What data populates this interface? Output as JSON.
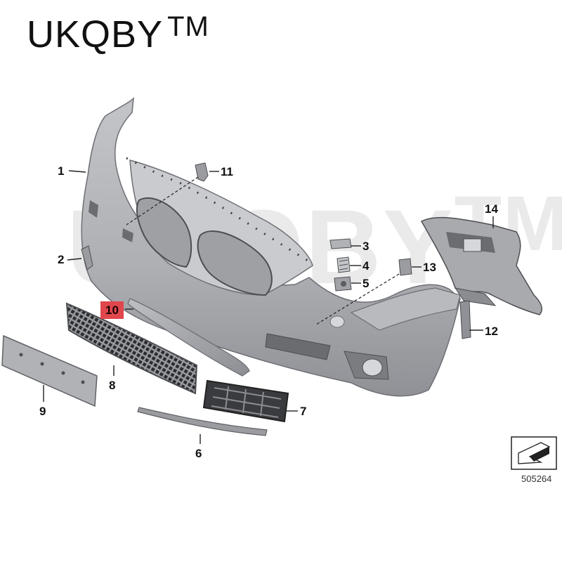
{
  "brand": {
    "name": "UKQBY",
    "tm": "TM"
  },
  "watermark": {
    "name": "UKQBY",
    "tm": "TM"
  },
  "callouts": [
    {
      "id": "c1",
      "label": "1"
    },
    {
      "id": "c2",
      "label": "2"
    },
    {
      "id": "c3",
      "label": "3"
    },
    {
      "id": "c4",
      "label": "4"
    },
    {
      "id": "c5",
      "label": "5"
    },
    {
      "id": "c6",
      "label": "6"
    },
    {
      "id": "c7",
      "label": "7"
    },
    {
      "id": "c8",
      "label": "8"
    },
    {
      "id": "c9",
      "label": "9"
    },
    {
      "id": "c10",
      "label": "10"
    },
    {
      "id": "c11",
      "label": "11"
    },
    {
      "id": "c12",
      "label": "12"
    },
    {
      "id": "c13",
      "label": "13"
    },
    {
      "id": "c14",
      "label": "14"
    }
  ],
  "highlighted_part": "10",
  "document_number": "505264",
  "colors": {
    "part_fill": "#b4b6ba",
    "part_shade": "#8e9095",
    "part_dark": "#5f6166",
    "highlight": "#e0474c",
    "text": "#111111"
  }
}
